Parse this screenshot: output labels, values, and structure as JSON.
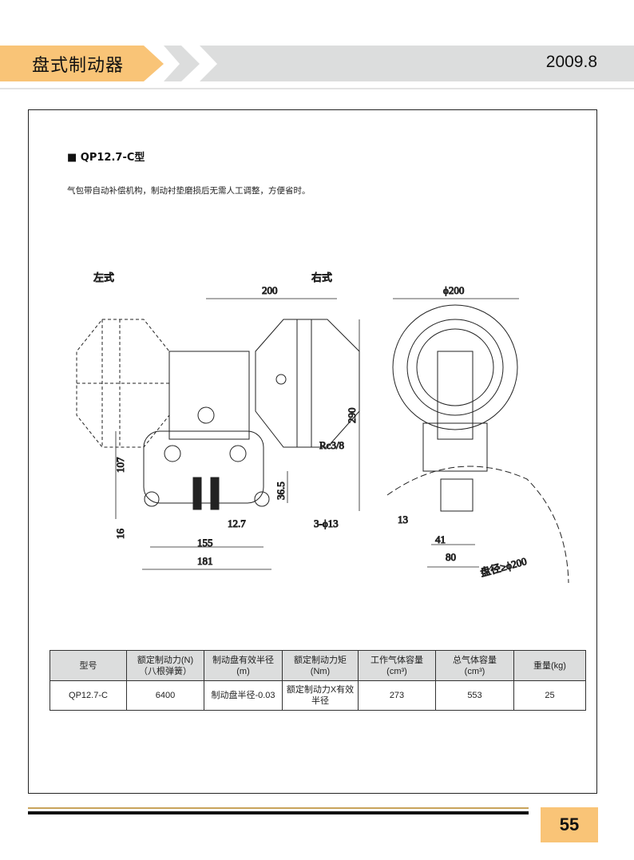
{
  "header": {
    "title": "盘式制动器",
    "date": "2009.8"
  },
  "product": {
    "model_heading": "■ QP12.7-C型",
    "description": "气包带自动补偿机构，制动衬垫磨损后无需人工调整，方便省时。"
  },
  "drawing": {
    "labels": {
      "left_style": "左式",
      "right_style": "右式",
      "d200": "200",
      "phi200": "ϕ200",
      "d290": "290",
      "rc": "Rc3/8",
      "d107": "107",
      "d365": "36.5",
      "d16": "16",
      "d127": "12.7",
      "d155": "155",
      "d181": "181",
      "holes": "3-ϕ13",
      "d13": "13",
      "d41": "41",
      "d80": "80",
      "disc": "盘径≥ϕ200"
    }
  },
  "table": {
    "headers": [
      [
        "型号",
        ""
      ],
      [
        "额定制动力(N)",
        "（八根弹簧）"
      ],
      [
        "制动盘有效半径",
        "(m)"
      ],
      [
        "额定制动力矩",
        "(Nm)"
      ],
      [
        "工作气体容量",
        "(cm³)"
      ],
      [
        "总气体容量",
        "(cm³)"
      ],
      [
        "重量(kg)",
        ""
      ]
    ],
    "row": [
      [
        "QP12.7-C",
        ""
      ],
      [
        "6400",
        ""
      ],
      [
        "制动盘半径-0.03",
        ""
      ],
      [
        "额定制动力X有效",
        "半径"
      ],
      [
        "273",
        ""
      ],
      [
        "553",
        ""
      ],
      [
        "25",
        ""
      ]
    ]
  },
  "footer": {
    "page": "55"
  },
  "colors": {
    "accent": "#f9c477",
    "gray": "#dcdddd"
  }
}
